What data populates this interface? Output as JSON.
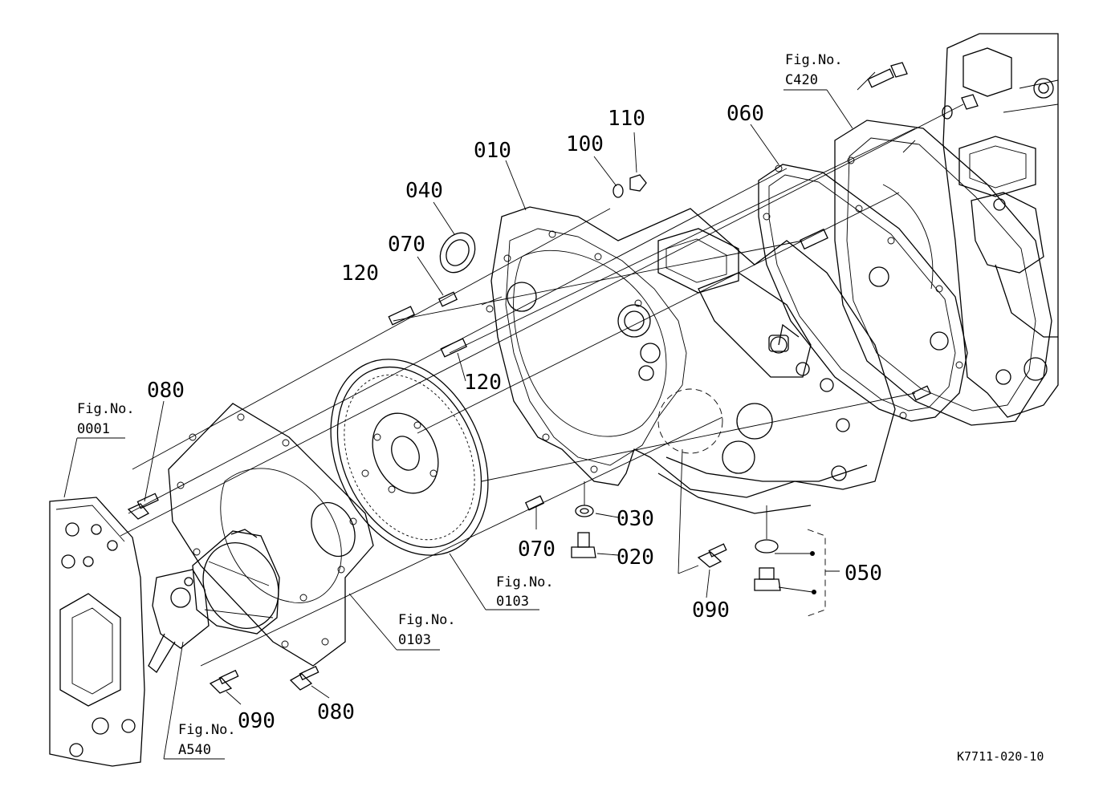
{
  "diagram": {
    "code": "K7711-020-10",
    "parts": {
      "p010": "010",
      "p020": "020",
      "p030": "030",
      "p040": "040",
      "p050": "050",
      "p060": "060",
      "p070a": "070",
      "p070b": "070",
      "p080a": "080",
      "p080b": "080",
      "p090a": "090",
      "p090b": "090",
      "p100": "100",
      "p110": "110",
      "p120a": "120",
      "p120b": "120"
    },
    "figrefs": {
      "c420": {
        "label": "Fig.No.",
        "num": "C420"
      },
      "f0001": {
        "label": "Fig.No.",
        "num": "0001"
      },
      "f0103a": {
        "label": "Fig.No.",
        "num": "0103"
      },
      "f0103b": {
        "label": "Fig.No.",
        "num": "0103"
      },
      "a540": {
        "label": "Fig.No.",
        "num": "A540"
      }
    }
  }
}
